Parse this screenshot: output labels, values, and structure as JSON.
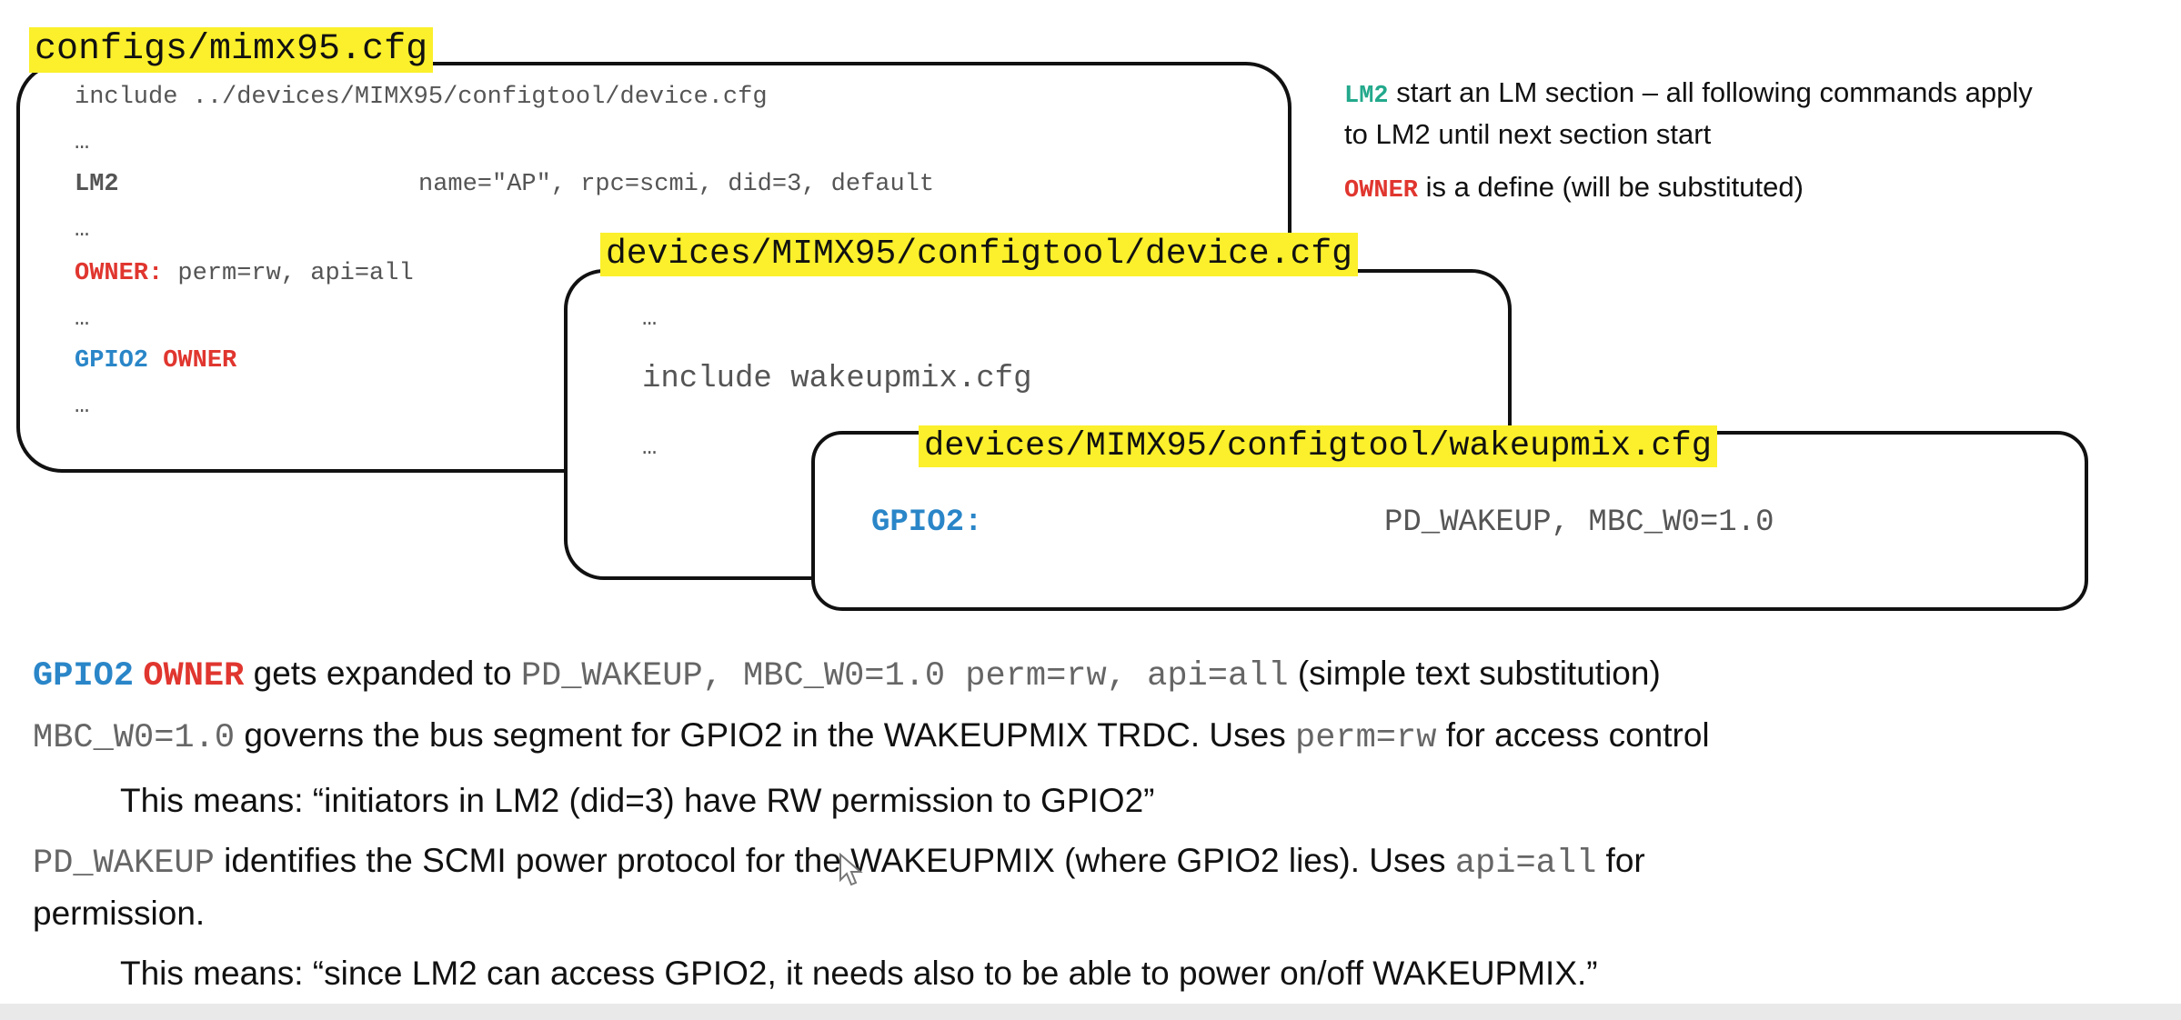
{
  "box1": {
    "title": "configs/mimx95.cfg",
    "line_include": "include ../devices/MIMX95/configtool/device.cfg",
    "ellipsis1": "…",
    "lm2_key": "LM2",
    "lm2_value": "name=\"AP\", rpc=scmi, did=3, default",
    "ellipsis2": "…",
    "owner_key": "OWNER:",
    "owner_value": " perm=rw, api=all",
    "ellipsis3": "…",
    "gpio_key": "GPIO2",
    "gpio_owner": "OWNER",
    "ellipsis4": "…"
  },
  "box2": {
    "title": "devices/MIMX95/configtool/device.cfg",
    "ellipsis1": "…",
    "include_line": "include wakeupmix.cfg",
    "ellipsis2": "…"
  },
  "box3": {
    "title": "devices/MIMX95/configtool/wakeupmix.cfg",
    "gpio_key": "GPIO2:",
    "gpio_value": "PD_WAKEUP, MBC_W0=1.0"
  },
  "notes": {
    "n1_key": "LM2",
    "n1_text": " start an LM section – all following commands apply",
    "n1_text2": "to LM2 until next section start",
    "n2_key": "OWNER",
    "n2_text": " is a define (will be substituted)"
  },
  "explain": {
    "p1_gpio": "GPIO2",
    "p1_owner": "OWNER",
    "p1_text1": " gets expanded to ",
    "p1_code": "PD_WAKEUP, MBC_W0=1.0 perm=rw, api=all",
    "p1_text2": " (simple text substitution)",
    "p2_code": "MBC_W0=1.0",
    "p2_text1": "  governs the bus segment for GPIO2 in the WAKEUPMIX TRDC. Uses ",
    "p2_code2": "perm=rw",
    "p2_text2": "  for access control",
    "p3_text": "This means: “initiators in LM2 (did=3) have RW permission to GPIO2”",
    "p4_code": "PD_WAKEUP",
    "p4_text1": "  identifies the SCMI power protocol for the WAKEUPMIX (where GPIO2 lies). Uses ",
    "p4_code2": "api=all",
    "p4_text2": "  for",
    "p4_text3": "permission.",
    "p5_text": "This means: “since LM2 can access GPIO2, it needs also to be able to power on/off WAKEUPMIX.”"
  },
  "colors": {
    "highlight": "#fbf02b",
    "green": "#23a98c",
    "red": "#e0362f",
    "blue": "#2a86c8"
  }
}
